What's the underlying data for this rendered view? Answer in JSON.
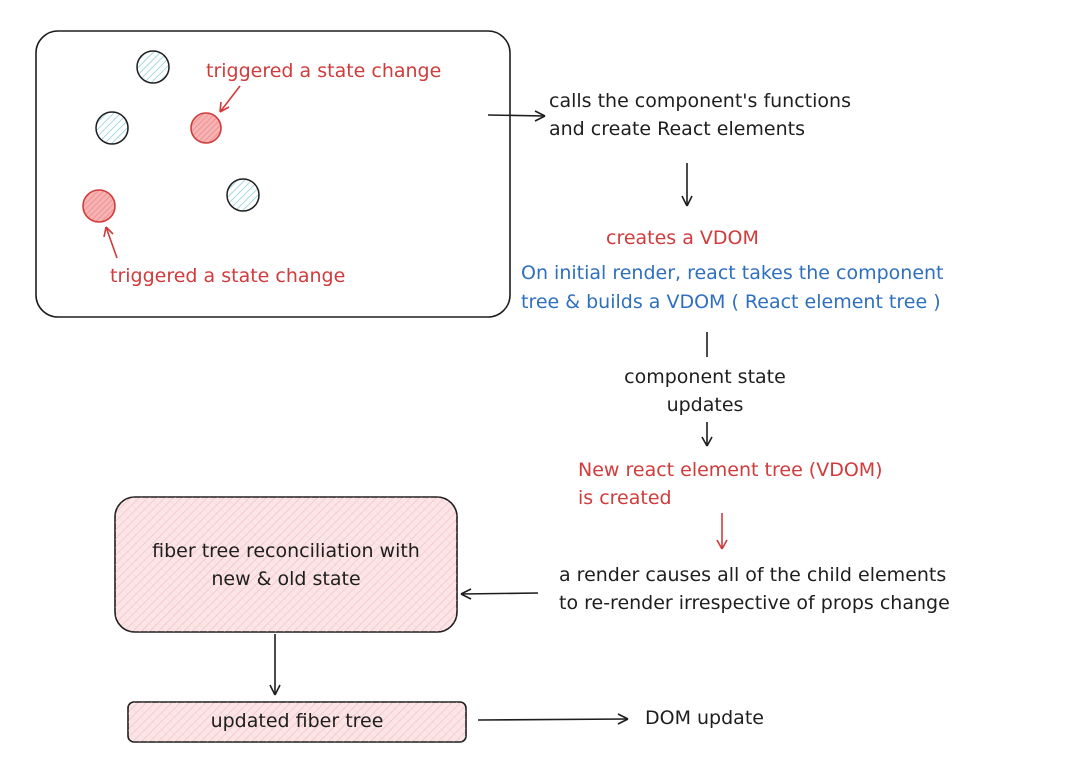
{
  "colors": {
    "ink": "#1e1e1e",
    "red": "#d13b3b",
    "blue": "#2f6fc0",
    "node_blue_fill": "#a5d8e4",
    "node_red_fill": "#f08a8a",
    "box_pink_fill": "#f7c9cc"
  },
  "annotations": {
    "state_change_top": "triggered a state change",
    "state_change_bottom": "triggered a state change"
  },
  "steps": {
    "calls_line1": "calls the component's functions",
    "calls_line2": "and create React elements",
    "creates_vdom": "creates a VDOM",
    "initial_render_line1": "On initial render, react takes the component",
    "initial_render_line2": "tree & builds a VDOM ( React element tree )",
    "state_updates_line1": "component state",
    "state_updates_line2": "updates",
    "new_tree_line1": "New react element tree (VDOM)",
    "new_tree_line2": "is created",
    "rerender_line1": "a render causes all of the child elements",
    "rerender_line2": "to re-render irrespective of props change",
    "dom_update": "DOM update"
  },
  "boxes": {
    "reconciliation_line1": "fiber tree reconciliation with",
    "reconciliation_line2": "new & old state",
    "updated_fiber": "updated fiber tree"
  }
}
